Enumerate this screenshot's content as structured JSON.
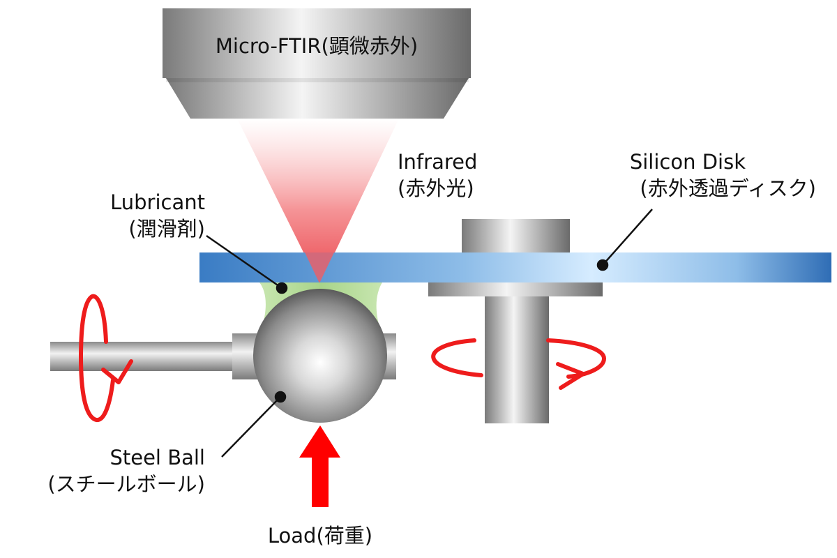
{
  "labels": {
    "microscope": "Micro-FTIR(顕微赤外)",
    "infrared_en": "Infrared",
    "infrared_jp": "(赤外光)",
    "silicon_en": "Silicon Disk",
    "silicon_jp": "(赤外透過ディスク)",
    "lubricant_en": "Lubricant",
    "lubricant_jp": "(潤滑剤)",
    "steel_en": "Steel Ball",
    "steel_jp": "(スチールボール)",
    "load": "Load(荷重)"
  },
  "colors": {
    "disk": "#3a7cc4",
    "disk_highlight": "#d6ecff",
    "beam": "#e8333a",
    "lubricant": "#a8d48a",
    "rotation_arrow": "#ee1c1c",
    "load_arrow": "#ff0000",
    "leader_line": "#111111",
    "metal_dark": "#6e6e6e",
    "metal_light": "#f2f2f2"
  },
  "icons": {
    "ball_rotation": "rotation-arrow-vertical-icon",
    "disk_rotation": "rotation-arrow-horizontal-icon",
    "load": "up-arrow-icon"
  }
}
